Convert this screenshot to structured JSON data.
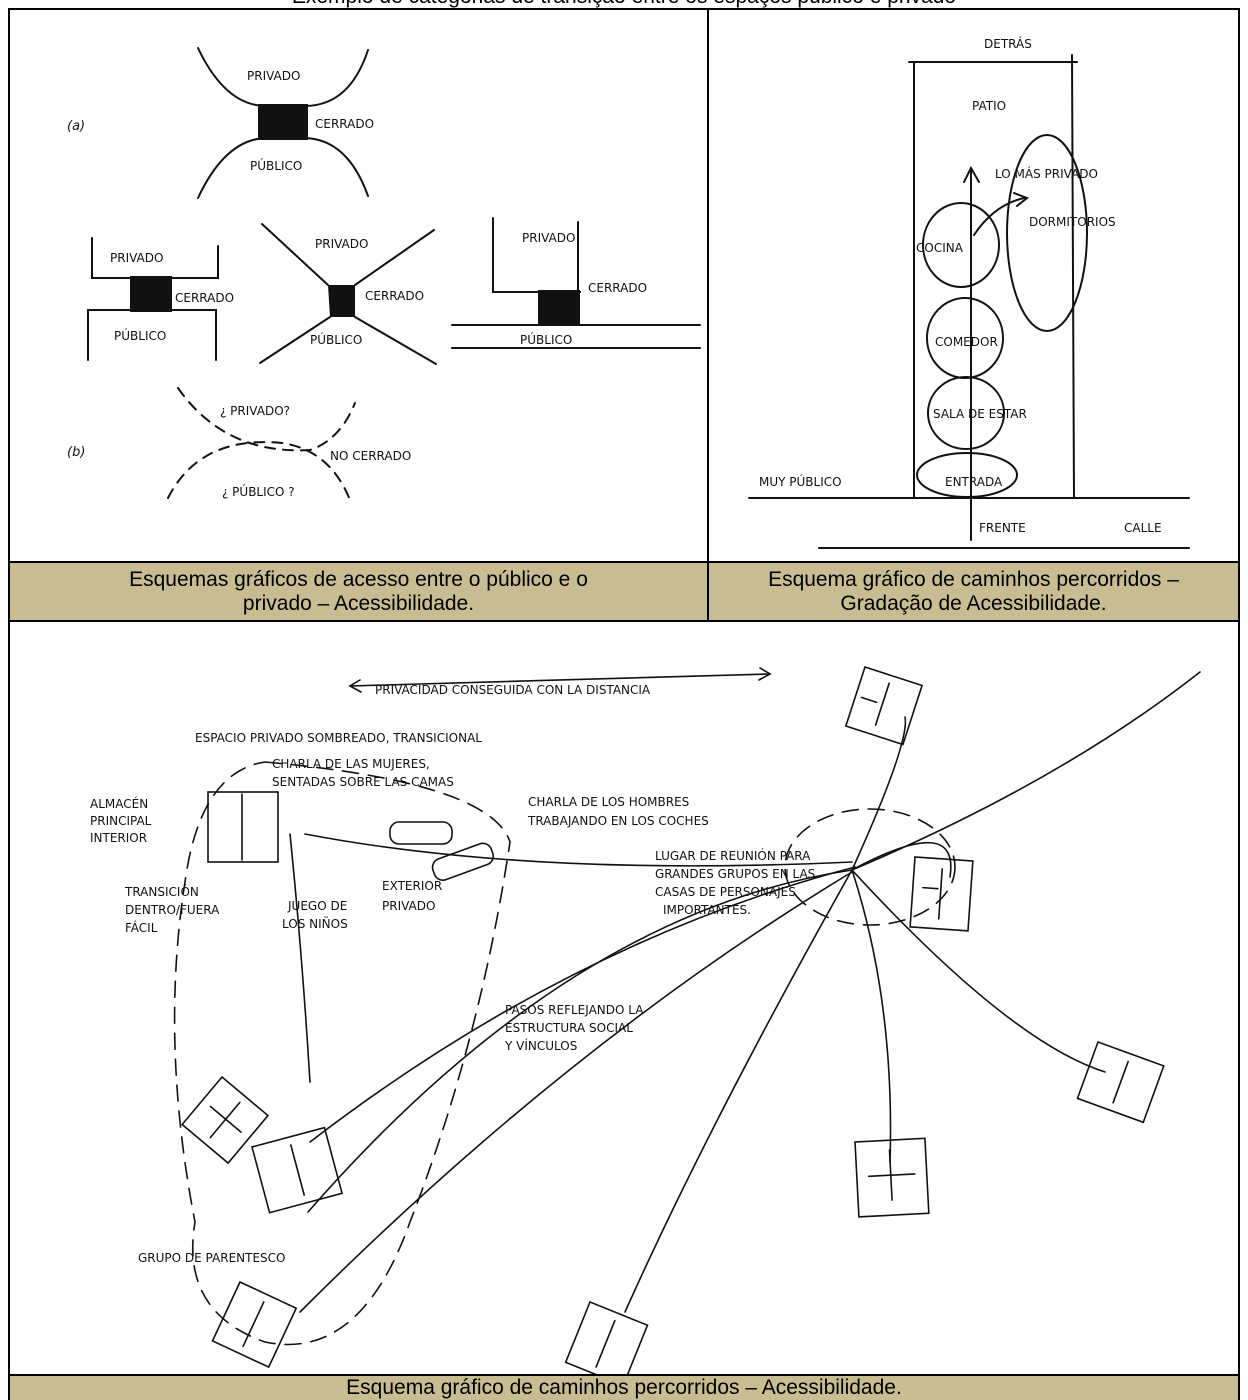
{
  "top_fragment": "Exemplo de categorias de transição entre os espaços público e privado",
  "panel_a": {
    "label_a": "(a)",
    "label_b": "(b)",
    "privado": "PRIVADO",
    "publico": "PÚBLICO",
    "cerrado": "CERRADO",
    "q_privado": "¿ PRIVADO?",
    "q_publico": "¿ PÚBLICO ?",
    "no_cerrado": "NO CERRADO"
  },
  "panel_b": {
    "detras": "DETRÁS",
    "patio": "PATIO",
    "lo_mas_privado": "LO MÁS PRIVADO",
    "dormitorios": "DORMITORIOS",
    "cocina": "COCINA",
    "comedor": "COMEDOR",
    "sala": "SALA DE ESTAR",
    "entrada": "ENTRADA",
    "muy_publico": "MUY PÚBLICO",
    "frente": "FRENTE",
    "calle": "CALLE"
  },
  "panel_c": {
    "privacidad": "PRIVACIDAD CONSEGUIDA CON LA DISTANCIA",
    "espacio": "ESPACIO PRIVADO SOMBREADO, TRANSICIONAL",
    "charla_mujeres_1": "CHARLA DE LAS MUJERES,",
    "charla_mujeres_2": "SENTADAS SOBRE LAS CAMAS",
    "almacen_1": "ALMACÉN",
    "almacen_2": "PRINCIPAL",
    "almacen_3": "INTERIOR",
    "charla_hombres_1": "CHARLA DE LOS HOMBRES",
    "charla_hombres_2": "TRABAJANDO EN LOS COCHES",
    "lugar_1": "LUGAR DE REUNIÓN PARA",
    "lugar_2": "GRANDES GRUPOS EN LAS",
    "lugar_3": "CASAS DE PERSONAJES",
    "lugar_4": "IMPORTANTES.",
    "transicion_1": "TRANSICIÓN",
    "transicion_2": "DENTRO/FUERA",
    "transicion_3": "FÁCIL",
    "juego_1": "JUEGO DE",
    "juego_2": "LOS NIÑOS",
    "exterior_1": "EXTERIOR",
    "exterior_2": "PRIVADO",
    "pasos_1": "PASOS REFLEJANDO LA",
    "pasos_2": "ESTRUCTURA SOCIAL",
    "pasos_3": "Y VÍNCULOS",
    "grupo": "GRUPO DE PARENTESCO"
  },
  "captions": {
    "left": "Esquemas gráficos de acesso entre o público e o privado – Acessibilidade.",
    "right": "Esquema gráfico de caminhos percorridos – Gradação de Acessibilidade.",
    "bottom": "Esquema gráfico de caminhos percorridos – Acessibilidade."
  },
  "colors": {
    "caption_bg": "#c8bc93",
    "ink": "#111111",
    "border": "#000000"
  }
}
